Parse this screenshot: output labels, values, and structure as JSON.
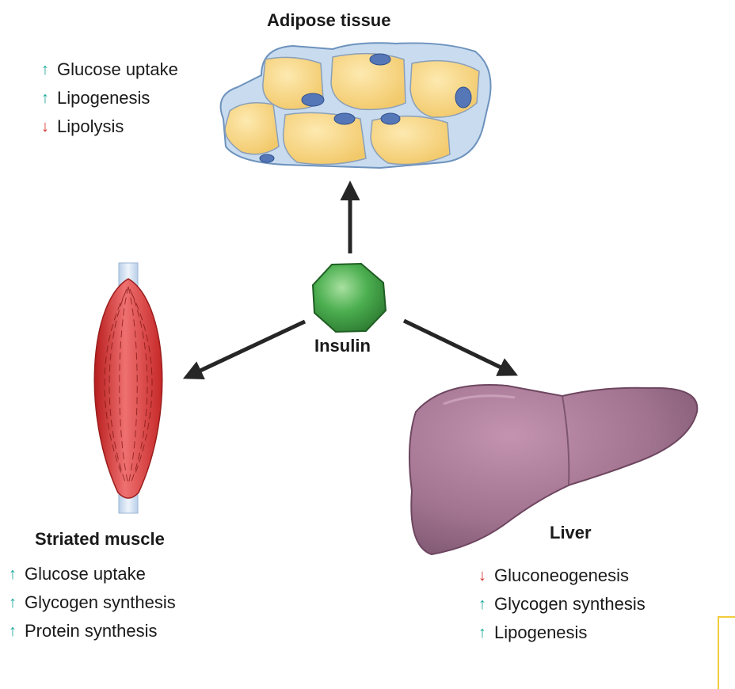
{
  "colors": {
    "increase": "#1ba99a",
    "decrease": "#d8332c",
    "hormone": "#4caf50",
    "liver": "#9b6a86",
    "muscle": "#d32f2f",
    "fat": "#f6d27a"
  },
  "hormone": {
    "label": "Insulin"
  },
  "adipose": {
    "title": "Adipose tissue",
    "effects": [
      {
        "direction": "up",
        "icon": "up-arrow-icon",
        "text": "Glucose uptake"
      },
      {
        "direction": "up",
        "icon": "up-arrow-icon",
        "text": "Lipogenesis"
      },
      {
        "direction": "down",
        "icon": "down-arrow-icon",
        "text": "Lipolysis"
      }
    ]
  },
  "muscle": {
    "title": "Striated muscle",
    "effects": [
      {
        "direction": "up",
        "icon": "up-arrow-icon",
        "text": "Glucose uptake"
      },
      {
        "direction": "up",
        "icon": "up-arrow-icon",
        "text": "Glycogen synthesis"
      },
      {
        "direction": "up",
        "icon": "up-arrow-icon",
        "text": "Protein synthesis"
      }
    ]
  },
  "liver": {
    "title": "Liver",
    "effects": [
      {
        "direction": "down",
        "icon": "down-arrow-icon",
        "text": "Gluconeogenesis"
      },
      {
        "direction": "up",
        "icon": "up-arrow-icon",
        "text": "Glycogen synthesis"
      },
      {
        "direction": "up",
        "icon": "up-arrow-icon",
        "text": "Lipogenesis"
      }
    ]
  }
}
